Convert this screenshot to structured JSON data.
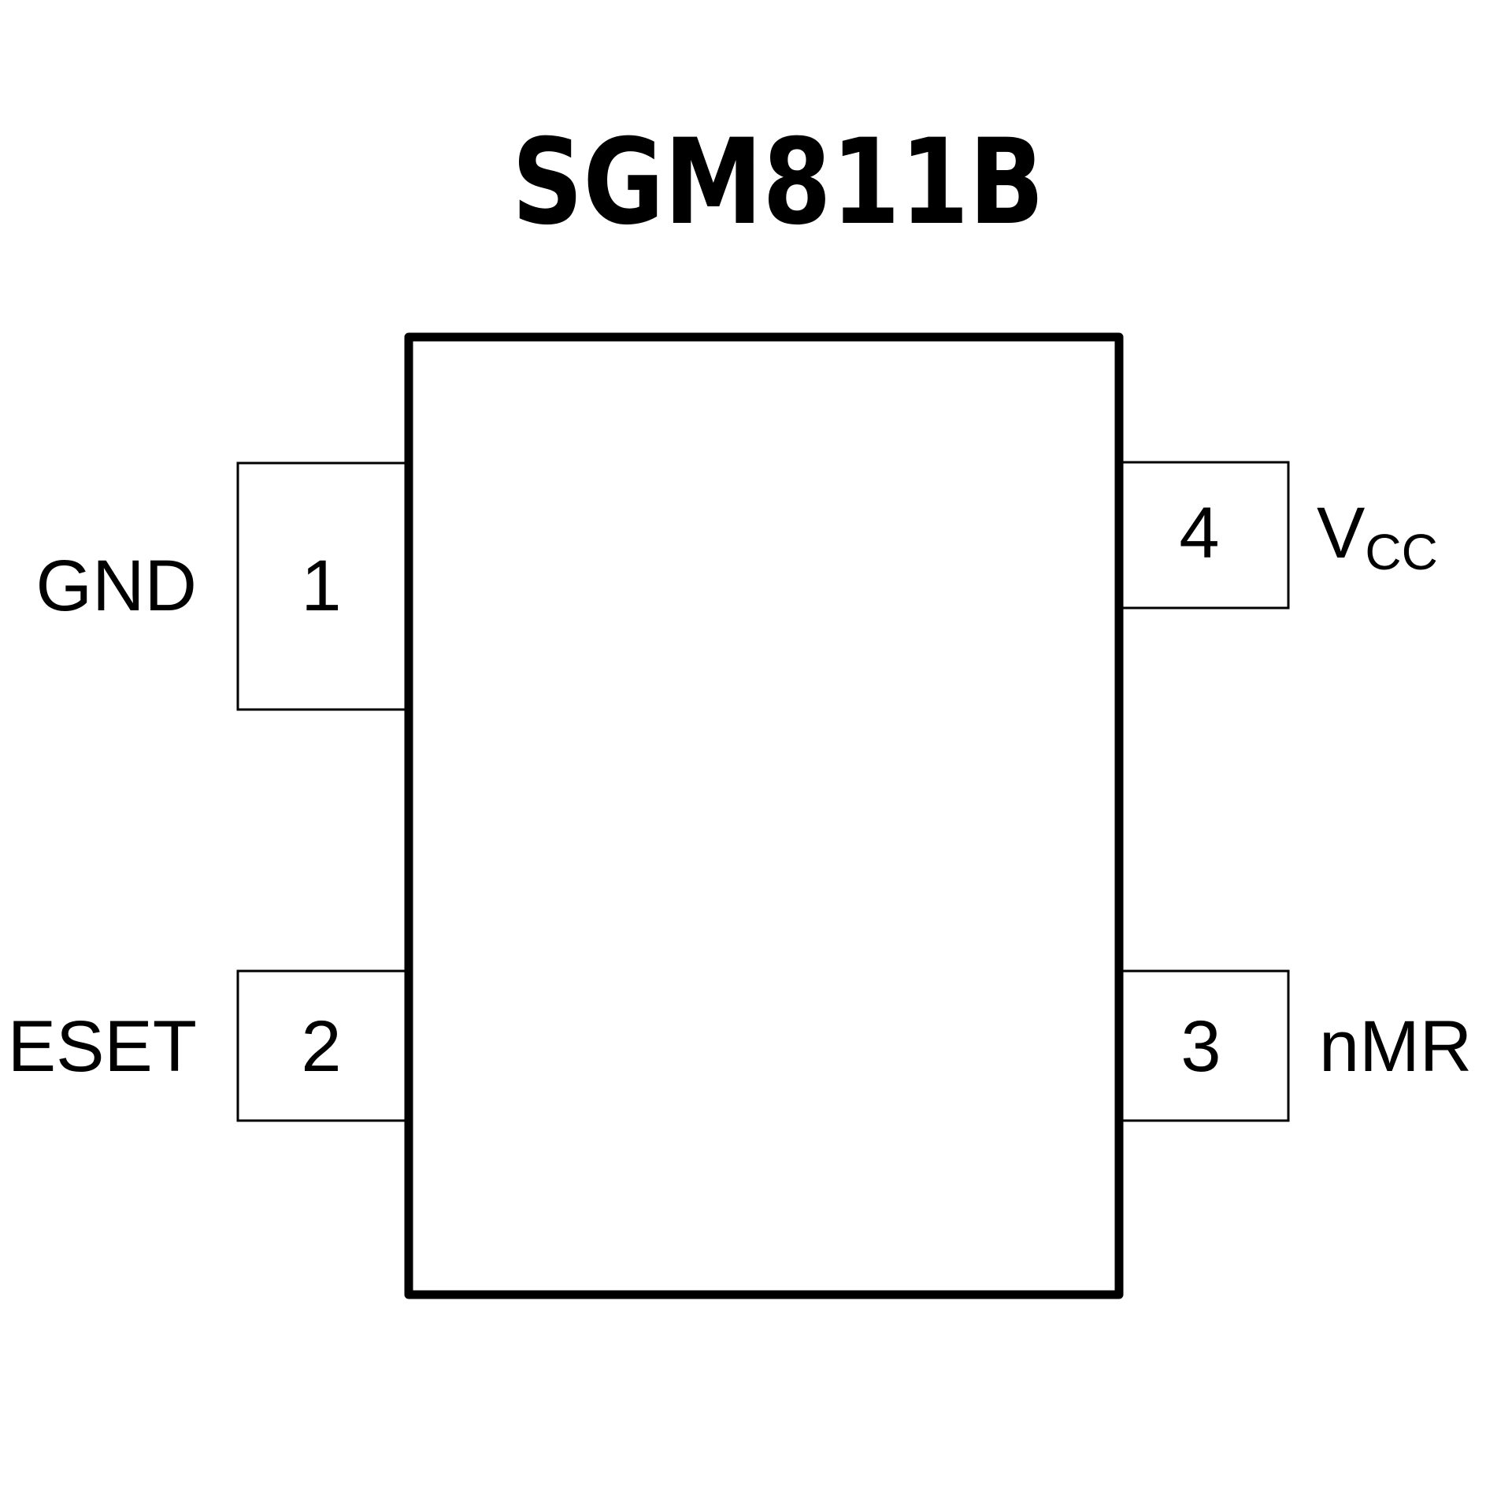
{
  "title": "SGM811B",
  "colors": {
    "stroke": "#000000",
    "background": "#ffffff"
  },
  "pins": [
    {
      "number": "1",
      "label": "GND",
      "side": "left"
    },
    {
      "number": "2",
      "label": "ESET",
      "side": "left"
    },
    {
      "number": "3",
      "label": "nMR",
      "side": "right"
    },
    {
      "number": "4",
      "label_main": "V",
      "label_sub": "CC",
      "side": "right"
    }
  ]
}
